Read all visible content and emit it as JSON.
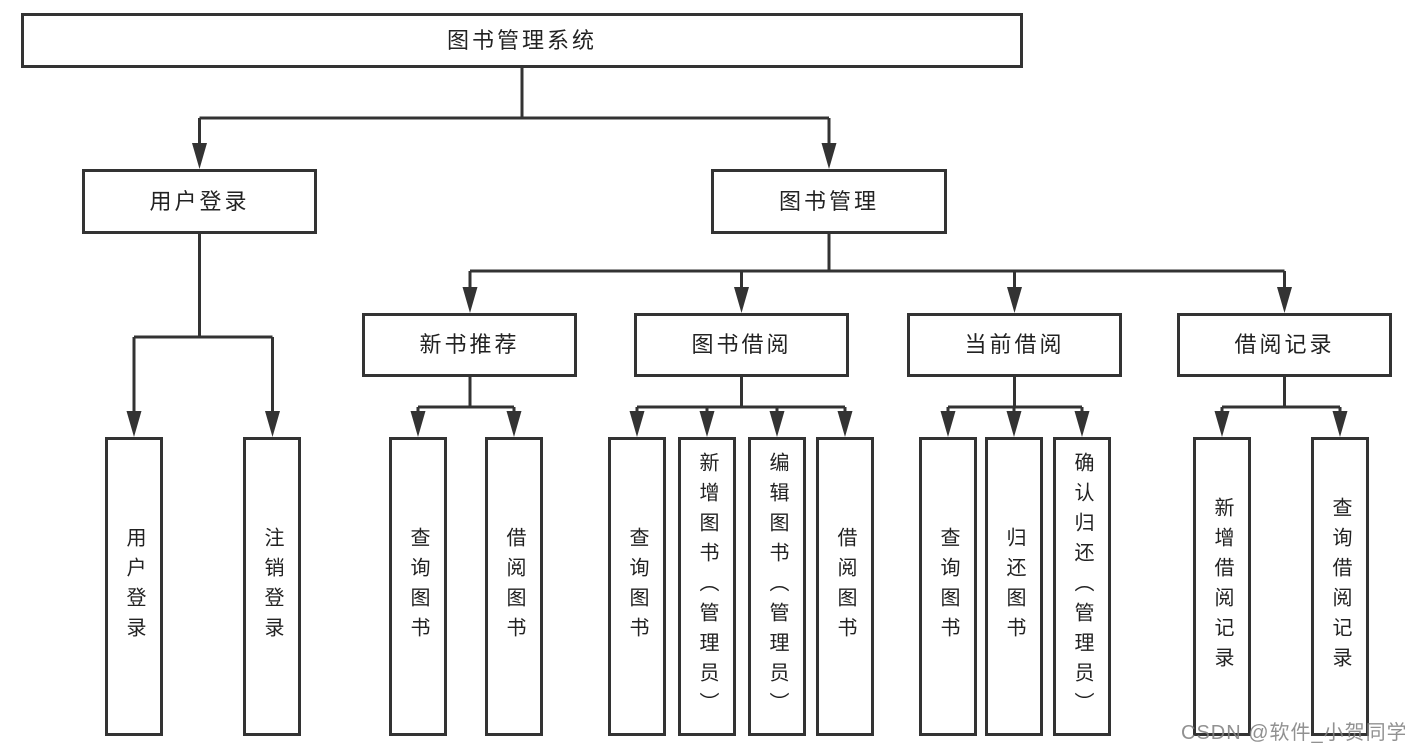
{
  "diagram": {
    "type": "hierarchy-tree",
    "tree": {
      "label": "图书管理系统",
      "children": [
        {
          "label": "用户登录",
          "children": [
            {
              "label": "用户登录"
            },
            {
              "label": "注销登录"
            }
          ]
        },
        {
          "label": "图书管理",
          "children": [
            {
              "label": "新书推荐",
              "children": [
                {
                  "label": "查询图书"
                },
                {
                  "label": "借阅图书"
                }
              ]
            },
            {
              "label": "图书借阅",
              "children": [
                {
                  "label": "查询图书"
                },
                {
                  "label": "新增图书（管理员）"
                },
                {
                  "label": "编辑图书（管理员）"
                },
                {
                  "label": "借阅图书"
                }
              ]
            },
            {
              "label": "当前借阅",
              "children": [
                {
                  "label": "查询图书"
                },
                {
                  "label": "归还图书"
                },
                {
                  "label": "确认归还（管理员）"
                }
              ]
            },
            {
              "label": "借阅记录",
              "children": [
                {
                  "label": "新增借阅记录"
                },
                {
                  "label": "查询借阅记录"
                }
              ]
            }
          ]
        }
      ]
    },
    "colors": {
      "line": "#333333",
      "box_border": "#333333",
      "text": "#222222",
      "background": "#ffffff",
      "watermark": "#828282"
    }
  },
  "watermark": {
    "text": "CSDN @软件_小贺同学"
  }
}
